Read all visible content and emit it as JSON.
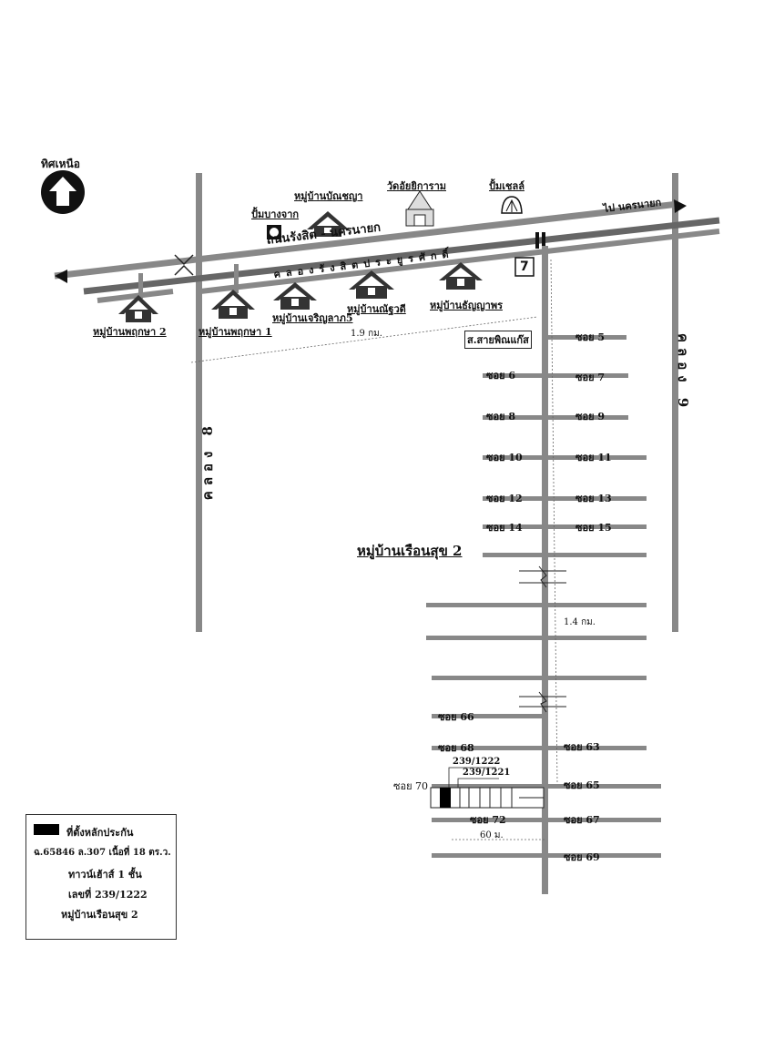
{
  "north": {
    "label": "ทิศเหนือ"
  },
  "roads": {
    "main_road": "ถนนรังสิต - นครนายก",
    "canal": "คลองรังสิตประยูรศักดิ์",
    "to_nakhon_nayok": "ไป นครนายก",
    "canal_8": "คลอง 8",
    "canal_9": "คลอง 9"
  },
  "landmarks": {
    "pump_bangchak": "ปั้มบางจาก",
    "village_banchaya": "หมู่บ้านบัณชญา",
    "wat": "วัดอัยยิการาม",
    "pump_shell": "ปั้มเชลล์",
    "village_pruksa2": "หมู่บ้านพฤกษา 2",
    "village_pruksa1": "หมู่บ้านพฤกษา 1",
    "village_charoenlap": "หมู่บ้านเจริญลาภ5",
    "village_chayaruthi": "หมู่บ้านณัฐวดี",
    "village_thanyaporn": "หมู่บ้านธัญญาพร",
    "gas_shop": "ส.สายพิณแก๊ส",
    "seven_eleven": "7",
    "village_main": "หมู่บ้านเรือนสุข 2"
  },
  "distances": {
    "d1": "1.9 กม.",
    "d2": "1.4 กม.",
    "d3": "60 ม."
  },
  "sois": {
    "s5": "ซอย 5",
    "s6": "ซอย 6",
    "s7": "ซอย 7",
    "s8": "ซอย 8",
    "s9": "ซอย 9",
    "s10": "ซอย 10",
    "s11": "ซอย 11",
    "s12": "ซอย 12",
    "s13": "ซอย 13",
    "s14": "ซอย 14",
    "s15": "ซอย 15",
    "s66": "ซอย 66",
    "s68": "ซอย 68",
    "s63": "ซอย 63",
    "s70": "ซอย 70",
    "s65": "ซอย 65",
    "s72": "ซอย 72",
    "s67": "ซอย 67",
    "s69": "ซอย 69"
  },
  "plots": {
    "p1": "239/1222",
    "p2": "239/1221"
  },
  "legend": {
    "title": "ที่ตั้งหลักประกัน",
    "line1": "ฉ.65846   ล.307  เนื้อที่ 18 ตร.ว.",
    "line2": "ทาวน์เฮ้าส์ 1 ชั้น",
    "line3": "เลขที่ 239/1222",
    "line4": "หมู่บ้านเรือนสุข 2"
  }
}
